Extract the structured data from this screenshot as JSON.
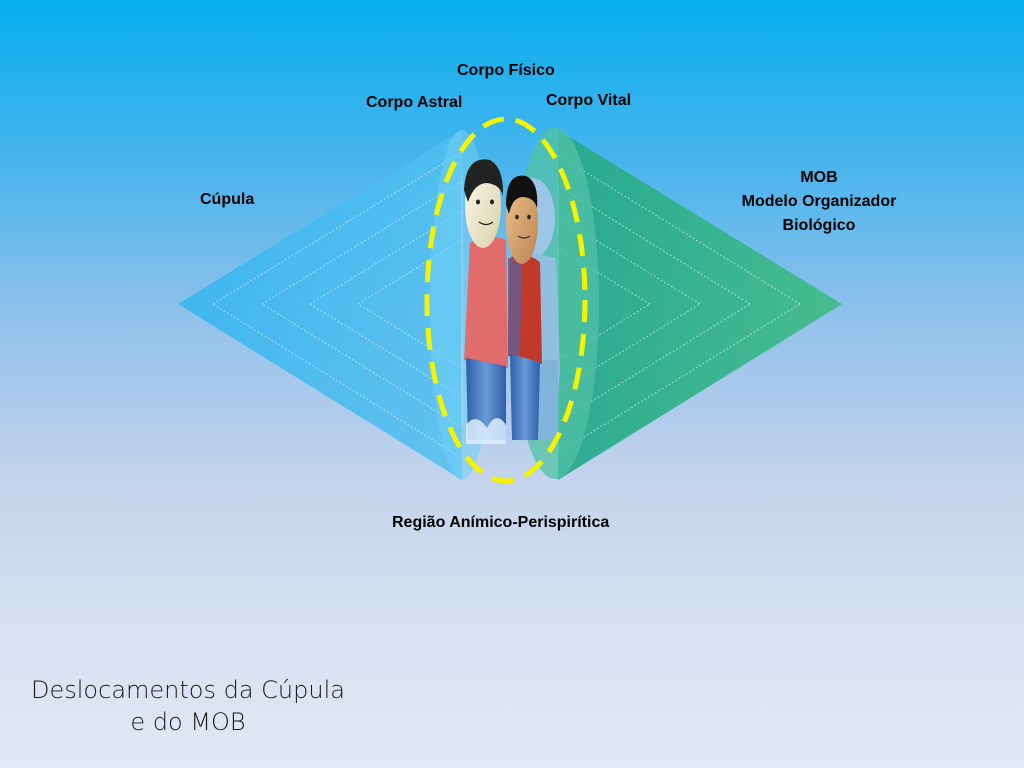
{
  "labels": {
    "corpo_fisico": "Corpo Físico",
    "corpo_astral": "Corpo Astral",
    "corpo_vital": "Corpo Vital",
    "cupula": "Cúpula",
    "regiao": "Região Anímico-Perispirítica",
    "mob_lines": [
      "MOB",
      "Modelo Organizador",
      "Biológico"
    ]
  },
  "title_lines": [
    "Deslocamentos da Cúpula",
    "e do MOB"
  ],
  "colors": {
    "cupula": "#3cb4ec",
    "mob": "#2fb08e",
    "ellipse_dash": "#f4f400",
    "shirt_astral": "#e06a6a",
    "shirt_fisico": "#c0392b",
    "pants": "#3a6fb8"
  },
  "icons": [
    "person-astral-icon",
    "person-fisico-icon",
    "person-vital-icon"
  ]
}
